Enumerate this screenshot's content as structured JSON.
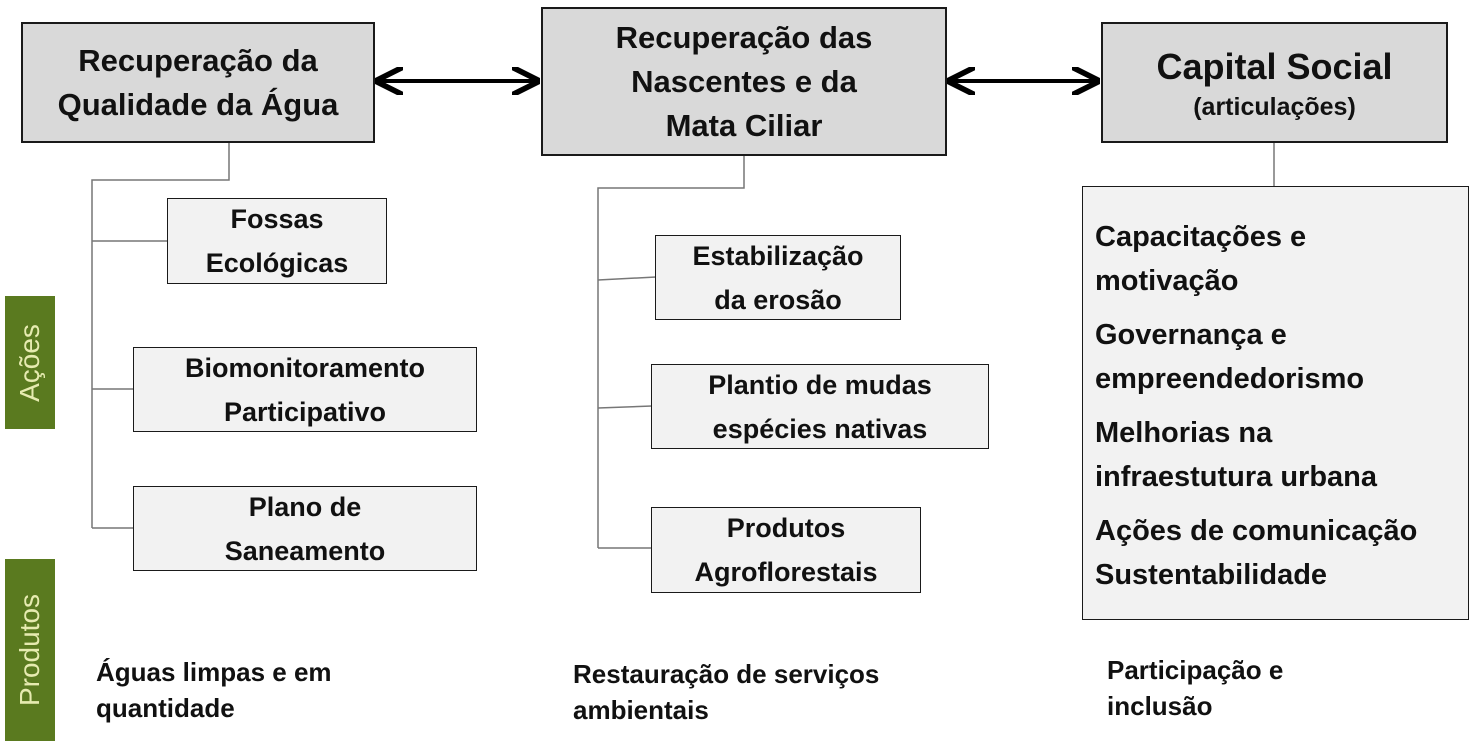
{
  "headers": {
    "agua": {
      "lines": [
        "Recuperação da",
        "Qualidade da Água"
      ]
    },
    "nascentes": {
      "lines": [
        "Recuperação das",
        "Nascentes e da",
        "Mata Ciliar"
      ]
    },
    "capital": {
      "title": "Capital Social",
      "subtitle": "(articulações)"
    }
  },
  "side_labels": {
    "acoes": "Ações",
    "produtos": "Produtos"
  },
  "agua_actions": [
    {
      "lines": [
        "Fossas",
        "Ecológicas"
      ]
    },
    {
      "lines": [
        "Biomonitoramento",
        "Participativo"
      ]
    },
    {
      "lines": [
        "Plano de",
        "Saneamento"
      ]
    }
  ],
  "nascentes_actions": [
    {
      "lines": [
        "Estabilização",
        "da erosão"
      ]
    },
    {
      "lines": [
        "Plantio de mudas",
        "espécies nativas"
      ]
    },
    {
      "lines": [
        "Produtos",
        "Agroflorestais"
      ]
    }
  ],
  "capital_items": [
    {
      "lines": [
        "Capacitações e",
        "motivação"
      ]
    },
    {
      "lines": [
        "Governança e",
        "empreendedorismo"
      ]
    },
    {
      "lines": [
        "Melhorias na",
        "infraestutura urbana"
      ]
    },
    {
      "lines": [
        "Ações de comunicação",
        "Sustentabilidade"
      ]
    }
  ],
  "products": {
    "agua": [
      "Águas limpas e em",
      "quantidade"
    ],
    "nascentes": [
      "Restauração de serviços",
      "ambientais"
    ],
    "capital": [
      "Participação e",
      "inclusão"
    ]
  },
  "colors": {
    "header_fill": "#d9d9d9",
    "box_fill": "#f2f2f2",
    "side_label_fill": "#5a7a1f",
    "side_label_text": "#e6ebb0",
    "stroke": "#1a1a1a"
  }
}
